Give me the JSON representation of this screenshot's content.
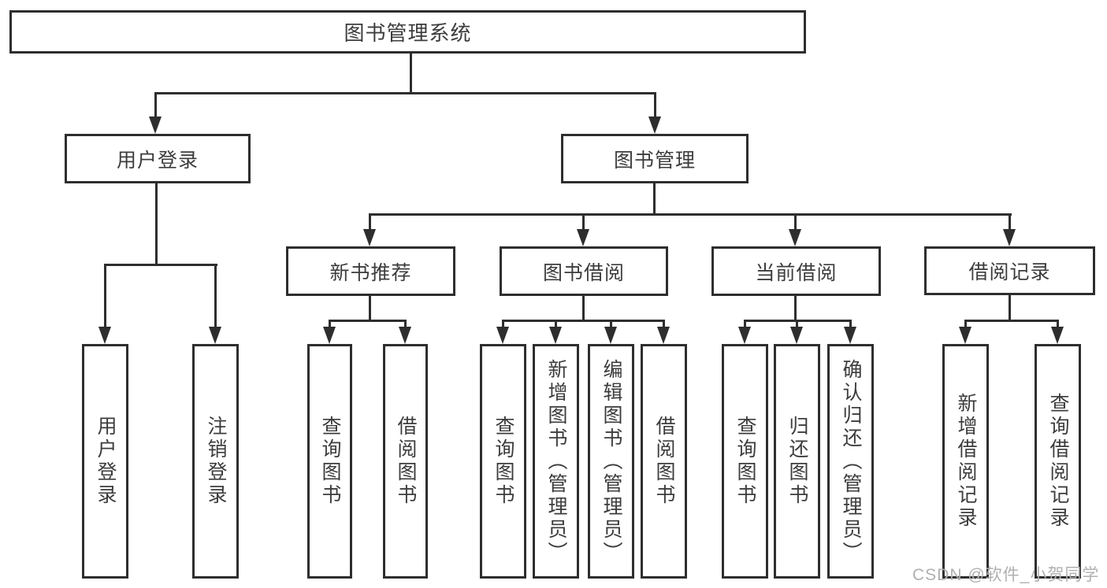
{
  "root": {
    "label": "图书管理系统"
  },
  "login": {
    "label": "用户登录",
    "children": [
      {
        "label": "用户登录"
      },
      {
        "label": "注销登录"
      }
    ]
  },
  "manage": {
    "label": "图书管理",
    "groups": [
      {
        "label": "新书推荐",
        "children": [
          {
            "label": "查询图书"
          },
          {
            "label": "借阅图书"
          }
        ]
      },
      {
        "label": "图书借阅",
        "children": [
          {
            "label": "查询图书"
          },
          {
            "label": "新增图书（管理员）"
          },
          {
            "label": "编辑图书（管理员）"
          },
          {
            "label": "借阅图书"
          }
        ]
      },
      {
        "label": "当前借阅",
        "children": [
          {
            "label": "查询图书"
          },
          {
            "label": "归还图书"
          },
          {
            "label": "确认归还（管理员）"
          }
        ]
      },
      {
        "label": "借阅记录",
        "children": [
          {
            "label": "新增借阅记录"
          },
          {
            "label": "查询借阅记录"
          }
        ]
      }
    ]
  },
  "watermark": {
    "text": "CSDN @软件_小贺同学",
    "color": "#b0b0b0"
  },
  "colors": {
    "line": "#2e2e2e",
    "text": "#3c3c3c",
    "background": "#ffffff"
  }
}
